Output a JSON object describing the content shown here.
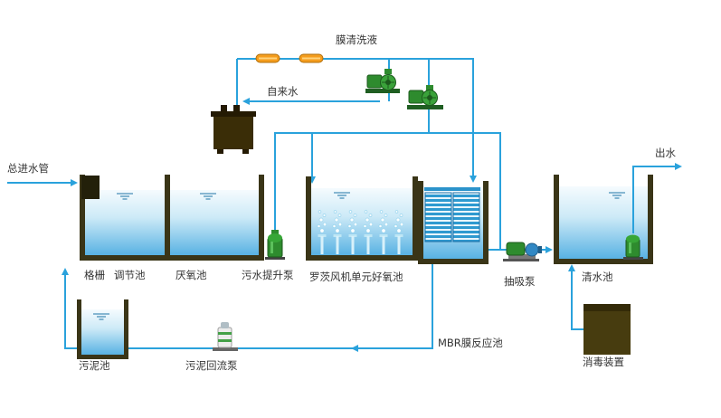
{
  "diagram": {
    "type": "wastewater-treatment-process-flow",
    "labels": {
      "main_inlet": "总进水管",
      "bar_screen": "格栅",
      "regulating_tank": "调节池",
      "anaerobic_tank": "厌氧池",
      "sewage_lift_pump": "污水提升泵",
      "aerobic_tank": "罗茨风机单元好氧池",
      "mbr_tank": "MBR膜反应池",
      "suction_pump": "抽吸泵",
      "clean_water_tank": "清水池",
      "outlet": "出水",
      "disinfection_device": "消毒装置",
      "sludge_tank": "污泥池",
      "sludge_return_pump": "污泥回流泵",
      "membrane_cleaning_liquid": "膜清洗液",
      "tap_water": "自来水"
    },
    "colors": {
      "pipe_blue": "#2aa2dc",
      "tank_wall": "#3a3517",
      "water_top": "#f5fbfe",
      "water_bottom": "#58b2e3",
      "pump_green": "#2e8b2e",
      "valve_orange": "#f59d1d",
      "disinfection_brown": "#473c0f",
      "solution_tank_brown": "#3a2d07",
      "membrane_blue": "#2f9ad0"
    }
  }
}
